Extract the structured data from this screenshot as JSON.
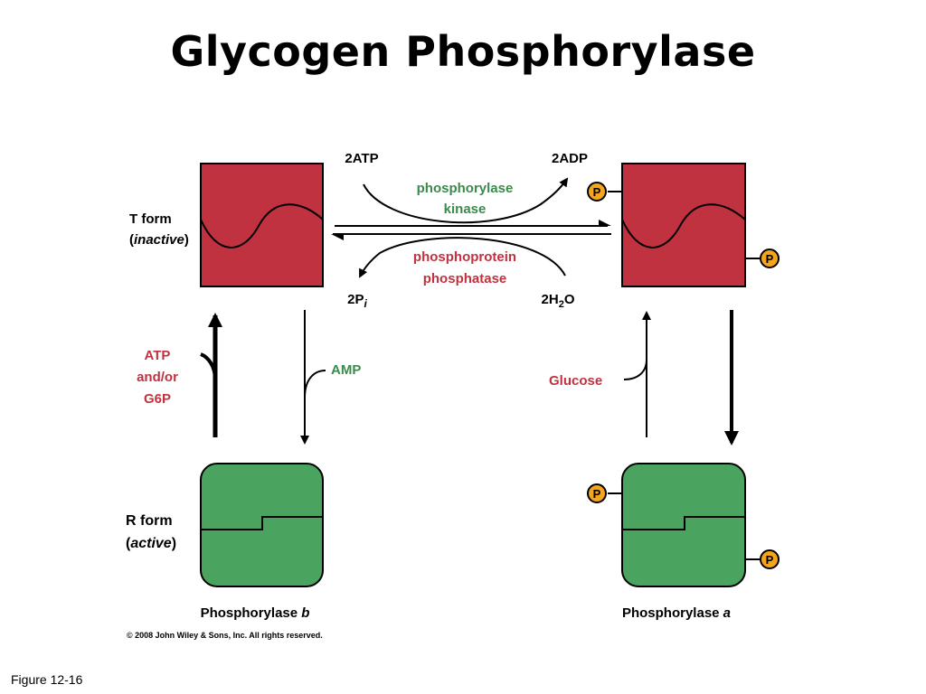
{
  "title": "Glycogen Phosphorylase",
  "colors": {
    "t_form_fill": "#c0323f",
    "r_form_fill": "#4aa35f",
    "phosphate_fill": "#f4a51c",
    "kinase_text": "#3a8a4c",
    "phosphatase_text": "#c0323f",
    "effector_red": "#c0323f",
    "effector_green": "#3a8a4c"
  },
  "labels": {
    "t_form": "T form",
    "t_form_state": "inactive",
    "r_form": "R form",
    "r_form_state": "active",
    "atp_in": "2ATP",
    "adp_out": "2ADP",
    "pi_out": "2P",
    "pi_sub": "i",
    "water_in_a": "2H",
    "water_in_sub": "2",
    "water_in_b": "O",
    "kinase_line1": "phosphorylase",
    "kinase_line2": "kinase",
    "phosphatase_line1": "phosphoprotein",
    "phosphatase_line2": "phosphatase",
    "atp_g6p_line1": "ATP",
    "atp_g6p_line2": "and/or",
    "atp_g6p_line3": "G6P",
    "amp": "AMP",
    "glucose": "Glucose",
    "phosphorylase_b": "Phosphorylase ",
    "phosphorylase_b_letter": "b",
    "phosphorylase_a": "Phosphorylase ",
    "phosphorylase_a_letter": "a",
    "phosphate": "P",
    "copyright": "© 2008 John Wiley & Sons, Inc. All rights reserved."
  },
  "figure_label": "Figure 12-16"
}
